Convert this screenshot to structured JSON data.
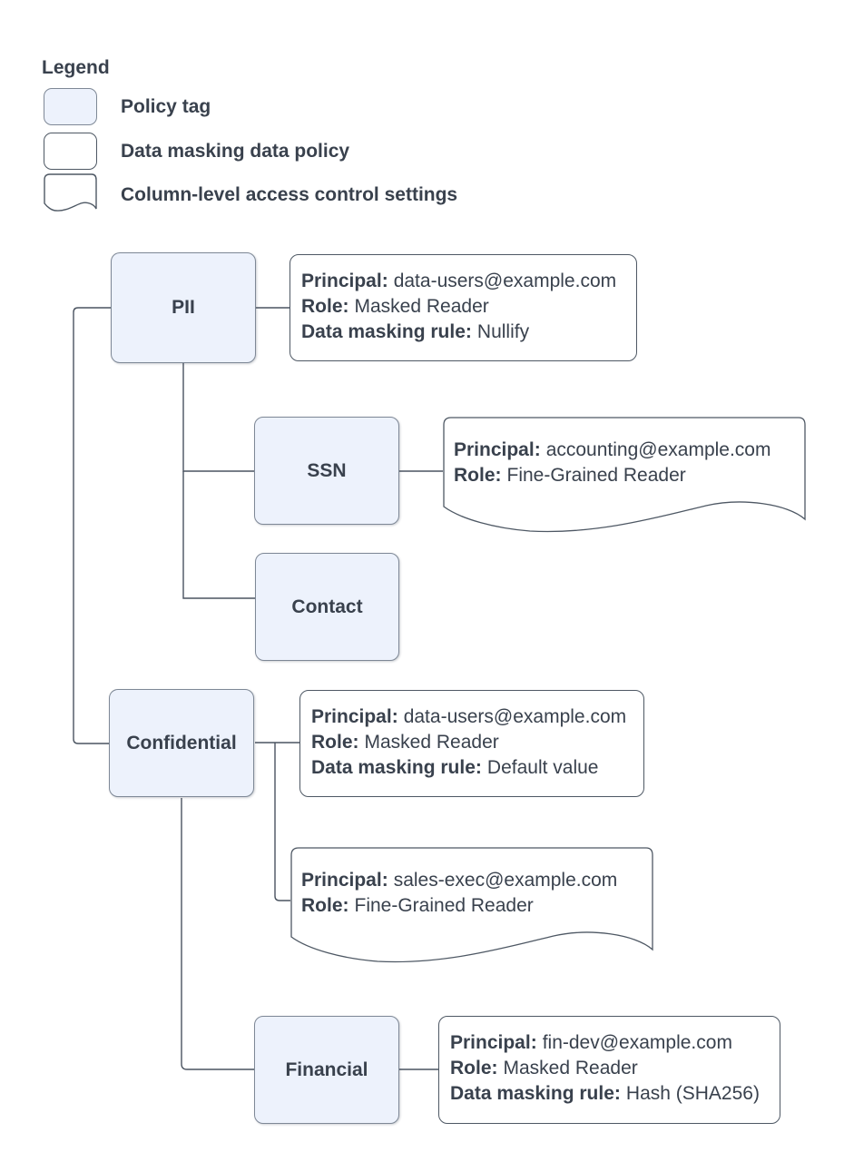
{
  "legend": {
    "title": "Legend",
    "items": [
      {
        "label": "Policy tag"
      },
      {
        "label": "Data masking data policy"
      },
      {
        "label": "Column-level access control settings"
      }
    ]
  },
  "nodes": {
    "pii": {
      "label": "PII"
    },
    "ssn": {
      "label": "SSN"
    },
    "contact": {
      "label": "Contact"
    },
    "confidential": {
      "label": "Confidential"
    },
    "financial": {
      "label": "Financial"
    }
  },
  "policies": {
    "pii_masking": {
      "lines": [
        {
          "b": "Principal:",
          "t": "data-users@example.com"
        },
        {
          "b": "Role:",
          "t": "Masked Reader"
        },
        {
          "b": "Data masking rule:",
          "t": "Nullify"
        }
      ]
    },
    "ssn_access": {
      "lines": [
        {
          "b": "Principal:",
          "t": "accounting@example.com"
        },
        {
          "b": "Role:",
          "t": "Fine-Grained Reader"
        }
      ]
    },
    "confidential_masking": {
      "lines": [
        {
          "b": "Principal:",
          "t": "data-users@example.com"
        },
        {
          "b": "Role:",
          "t": "Masked Reader"
        },
        {
          "b": "Data masking rule:",
          "t": "Default value"
        }
      ]
    },
    "confidential_access": {
      "lines": [
        {
          "b": "Principal:",
          "t": "sales-exec@example.com"
        },
        {
          "b": "Role:",
          "t": "Fine-Grained Reader"
        }
      ]
    },
    "financial_masking": {
      "lines": [
        {
          "b": "Principal:",
          "t": "fin-dev@example.com"
        },
        {
          "b": "Role:",
          "t": "Masked Reader"
        },
        {
          "b": "Data masking rule:",
          "t": "Hash (SHA256)"
        }
      ]
    }
  },
  "colors": {
    "background": "#ffffff",
    "policy_tag_fill": "#edf2fc",
    "policy_tag_border": "#7e8896",
    "shape_border": "#4e5864",
    "connector": "#4a5360",
    "text": "#39414d"
  }
}
